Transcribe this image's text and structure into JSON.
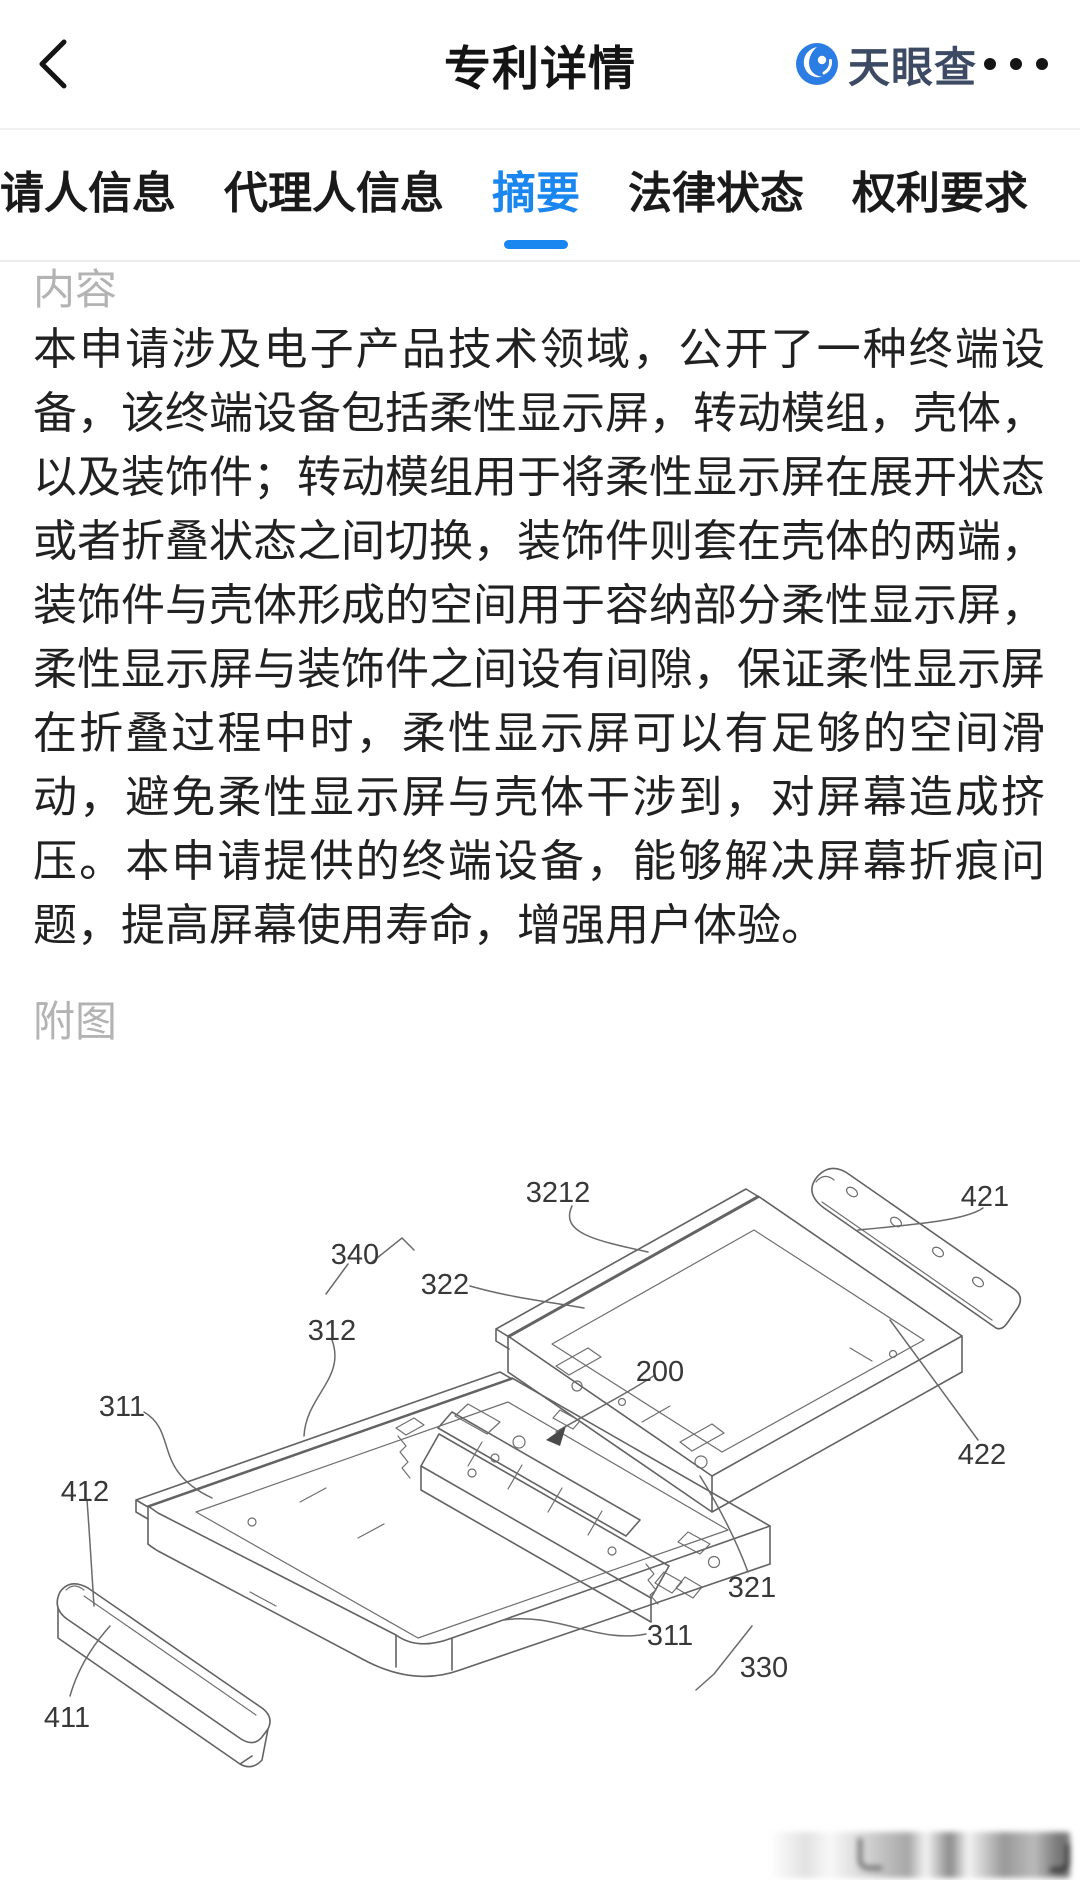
{
  "header": {
    "title": "专利详情",
    "brand_name": "天眼查"
  },
  "tabs": [
    {
      "label": "请人信息",
      "active": false
    },
    {
      "label": "代理人信息",
      "active": false
    },
    {
      "label": "摘要",
      "active": true
    },
    {
      "label": "法律状态",
      "active": false
    },
    {
      "label": "权利要求",
      "active": false
    }
  ],
  "abstract": {
    "section_label": "内容",
    "text": "本申请涉及电子产品技术领域，公开了一种终端设备，该终端设备包括柔性显示屏，转动模组，壳体，以及装饰件；转动模组用于将柔性显示屏在展开状态或者折叠状态之间切换，装饰件则套在壳体的两端，装饰件与壳体形成的空间用于容纳部分柔性显示屏，柔性显示屏与装饰件之间设有间隙，保证柔性显示屏在折叠过程中时，柔性显示屏可以有足够的空间滑动，避免柔性显示屏与壳体干涉到，对屏幕造成挤压。本申请提供的终端设备，能够解决屏幕折痕问题，提高屏幕使用寿命，增强用户体验。"
  },
  "figure": {
    "section_label": "附图",
    "part_labels": [
      "3212",
      "421",
      "340",
      "322",
      "312",
      "311",
      "412",
      "200",
      "422",
      "321",
      "311",
      "330",
      "411"
    ]
  },
  "colors": {
    "accent_blue": "#1a86f0",
    "brand_navy": "#3d4a63",
    "logo_blue": "#2b7de3",
    "text_dark": "#212121",
    "label_gray": "#b3b3b3",
    "drawing_gray": "#636363"
  }
}
